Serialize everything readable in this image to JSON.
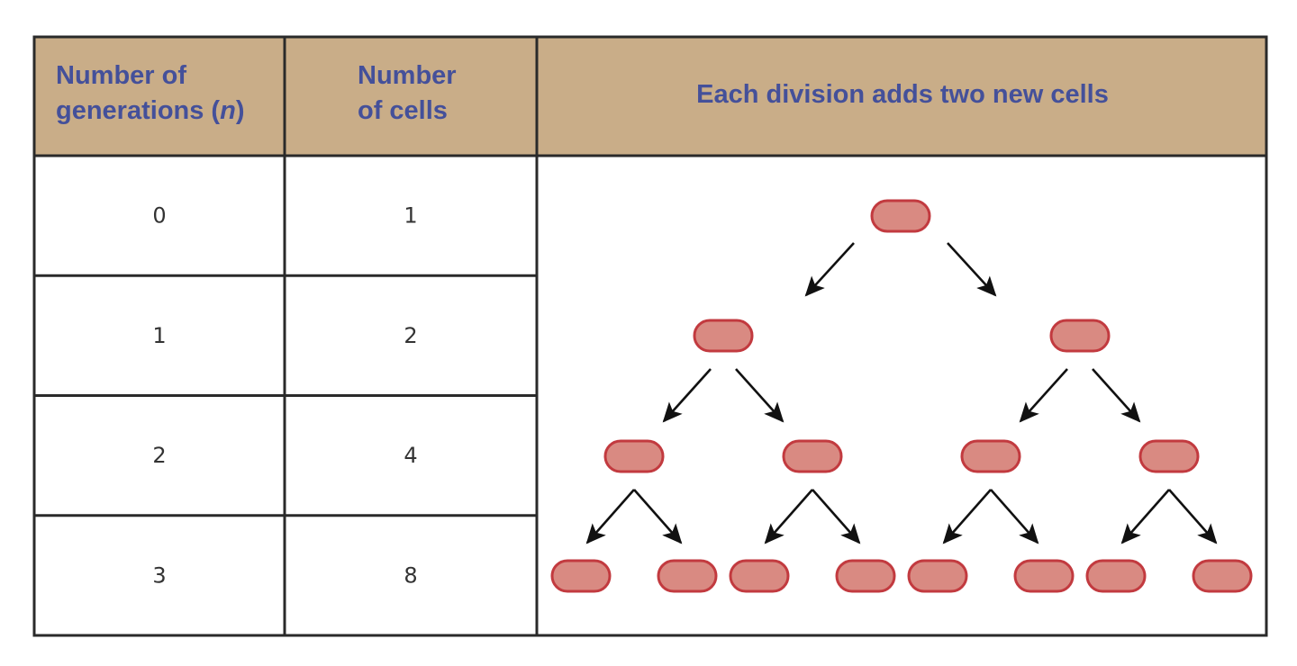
{
  "table": {
    "headers": {
      "generations_label": "Number of generations",
      "generations_line1": "Number of",
      "generations_line2_prefix": "generations (",
      "generations_variable": "n",
      "generations_line2_suffix": ")",
      "cells_line1": "Number",
      "cells_line2": "of cells",
      "diagram_label": "Each division adds two new cells"
    },
    "rows": [
      {
        "generation": "0",
        "cells": "1"
      },
      {
        "generation": "1",
        "cells": "2"
      },
      {
        "generation": "2",
        "cells": "4"
      },
      {
        "generation": "3",
        "cells": "8"
      }
    ]
  },
  "diagram": {
    "levels": 4,
    "branching": 2
  },
  "colors": {
    "header_bg": "#c9ad88",
    "header_text": "#44509a",
    "cell_fill": "#d98a82",
    "cell_stroke": "#c23a3f",
    "grid": "#2a2a2a"
  }
}
